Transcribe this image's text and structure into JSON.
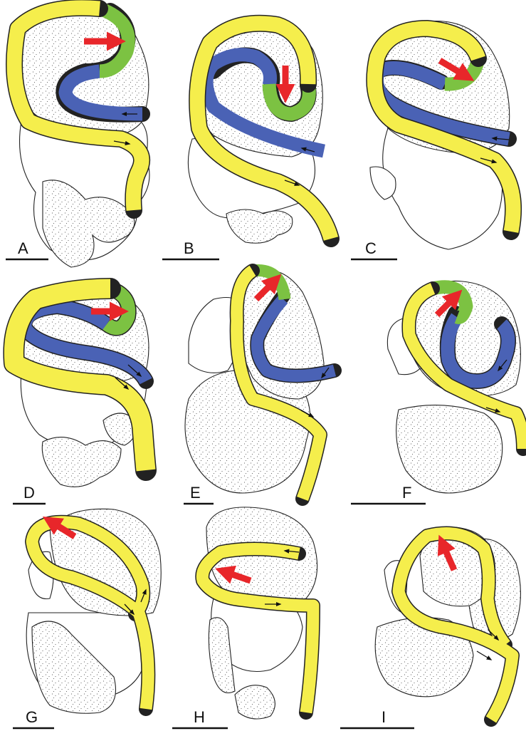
{
  "colors": {
    "yellow": "#f5ee4c",
    "blue": "#4a62b5",
    "green": "#7cc242",
    "red_arrow": "#e8262a",
    "outline": "#222222"
  },
  "panels": [
    {
      "label": "A"
    },
    {
      "label": "B"
    },
    {
      "label": "C"
    },
    {
      "label": "D"
    },
    {
      "label": "E"
    },
    {
      "label": "F"
    },
    {
      "label": "G"
    },
    {
      "label": "H"
    },
    {
      "label": "I"
    }
  ]
}
